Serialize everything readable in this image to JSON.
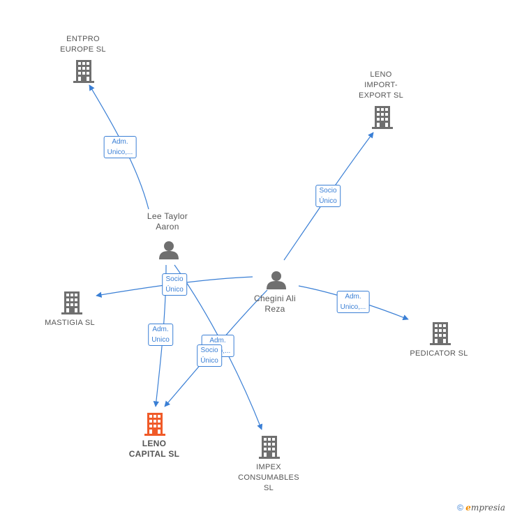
{
  "nodes": {
    "entpro": {
      "lines": [
        "ENTPRO",
        "EUROPE  SL"
      ],
      "icon": "building-icon"
    },
    "leno_import": {
      "lines": [
        "LENO",
        "IMPORT-",
        "EXPORT  SL"
      ],
      "icon": "building-icon"
    },
    "lee": {
      "lines": [
        "Lee Taylor",
        "Aaron"
      ],
      "icon": "person-icon"
    },
    "chegini": {
      "lines": [
        "Chegini Ali",
        "Reza"
      ],
      "icon": "person-icon"
    },
    "mastigia": {
      "lines": [
        "MASTIGIA  SL"
      ],
      "icon": "building-icon"
    },
    "pedicator": {
      "lines": [
        "PEDICATOR  SL"
      ],
      "icon": "building-icon"
    },
    "leno_capital": {
      "lines": [
        "LENO",
        "CAPITAL  SL"
      ],
      "icon": "building-icon",
      "color": "#f05a28"
    },
    "impex": {
      "lines": [
        "IMPEX",
        "CONSUMABLES",
        "SL"
      ],
      "icon": "building-icon"
    }
  },
  "edges": [
    {
      "id": "lee-entpro",
      "lines": [
        "Adm.",
        "Unico,..."
      ]
    },
    {
      "id": "chegini-lenoimport",
      "lines": [
        "Socio",
        "Único"
      ]
    },
    {
      "id": "chegini-mastigia",
      "lines": [
        "Socio",
        "Único"
      ]
    },
    {
      "id": "lee-lenocapital",
      "lines": [
        "Adm.",
        "Unico"
      ]
    },
    {
      "id": "chegini-pedicator",
      "lines": [
        "Adm.",
        "Unico,..."
      ]
    },
    {
      "id": "lee-impex",
      "lines": [
        "Adm.",
        "Unico,..."
      ]
    },
    {
      "id": "chegini-lenocapital",
      "lines": [
        "Socio",
        "Único"
      ]
    }
  ],
  "colors": {
    "edge": "#3a7fd5",
    "node": "#6f6f6f",
    "highlight": "#f05a28"
  },
  "footer": {
    "copyright": "©",
    "brand_initial": "e",
    "brand_rest": "mpresia"
  }
}
